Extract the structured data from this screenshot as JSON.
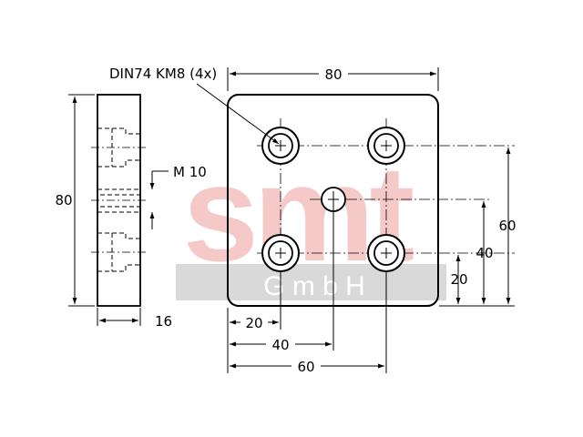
{
  "watermark": {
    "brand": "smt",
    "subline": "G m b H",
    "brand_color": "#f6c9c9",
    "band_color": "#d9d9d9"
  },
  "labels": {
    "hole_callout": "DIN74 KM8 (4x)",
    "thread_callout": "M 10",
    "side_height": "80",
    "side_thickness": "16",
    "top_width": "80",
    "right_60": "60",
    "right_40": "40",
    "right_20": "20",
    "bottom_20": "20",
    "bottom_40": "40",
    "bottom_60": "60"
  }
}
